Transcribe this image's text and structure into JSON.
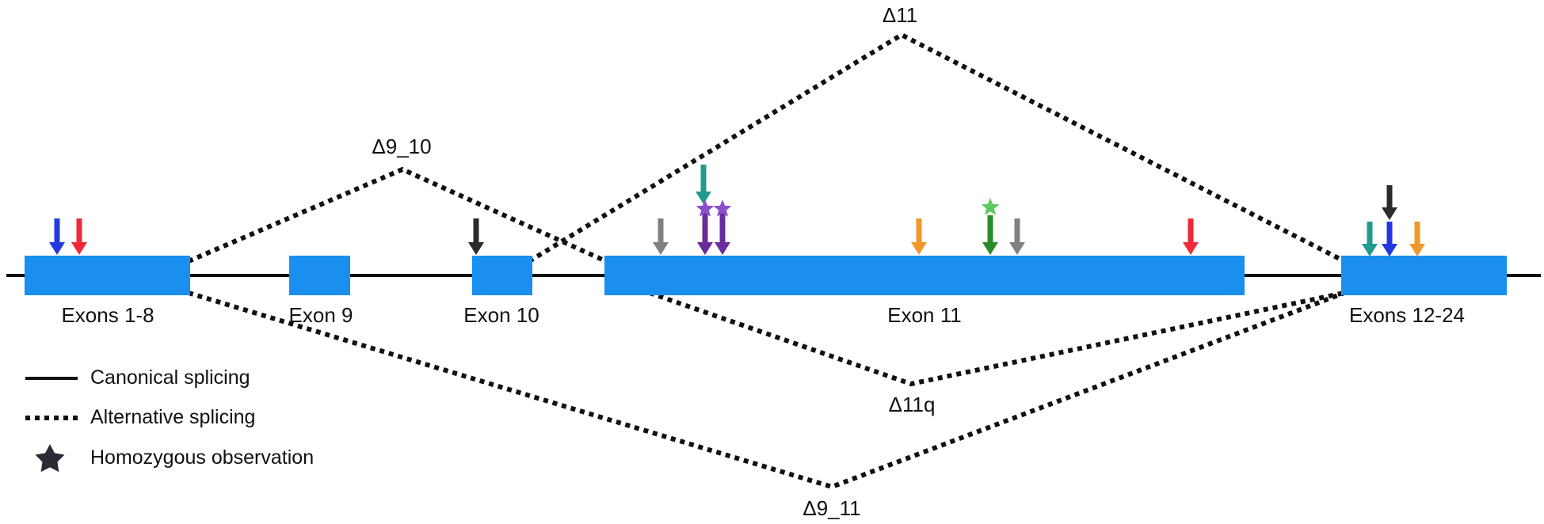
{
  "exons": [
    {
      "label": "Exons 1-8"
    },
    {
      "label": "Exon 9"
    },
    {
      "label": "Exon 10"
    },
    {
      "label": "Exon 11"
    },
    {
      "label": "Exons 12-24"
    }
  ],
  "splice_labels": {
    "d11": "Δ11",
    "d9_10": "Δ9_10",
    "d11q": "Δ11q",
    "d9_11": "Δ9_11"
  },
  "legend": {
    "canonical": "Canonical splicing",
    "alternative": "Alternative splicing",
    "homozygous": "Homozygous observation"
  },
  "colors": {
    "exon": "#1a8fef",
    "line": "#111111",
    "arrow_blue": "#2238e0",
    "arrow_red": "#ef2a38",
    "arrow_black": "#2b2b2b",
    "arrow_gray": "#808080",
    "arrow_teal": "#1f9a8d",
    "arrow_purple": "#6a2c9a",
    "arrow_purple_star": "#8a4fcc",
    "arrow_orange": "#f2982a",
    "arrow_green": "#2a8a2a",
    "arrow_green_star": "#5ec95e"
  },
  "variants": [
    {
      "exon": "Exons 1-8",
      "color": "arrow_blue",
      "homozygous": false
    },
    {
      "exon": "Exons 1-8",
      "color": "arrow_red",
      "homozygous": false
    },
    {
      "exon": "Exon 10",
      "color": "arrow_black",
      "homozygous": false
    },
    {
      "exon": "Exon 11",
      "color": "arrow_gray",
      "homozygous": false
    },
    {
      "exon": "Exon 11",
      "color": "arrow_teal",
      "homozygous": false
    },
    {
      "exon": "Exon 11",
      "color": "arrow_purple",
      "homozygous": true
    },
    {
      "exon": "Exon 11",
      "color": "arrow_purple",
      "homozygous": true
    },
    {
      "exon": "Exon 11",
      "color": "arrow_orange",
      "homozygous": false
    },
    {
      "exon": "Exon 11",
      "color": "arrow_green",
      "homozygous": true
    },
    {
      "exon": "Exon 11",
      "color": "arrow_gray",
      "homozygous": false
    },
    {
      "exon": "Exon 11",
      "color": "arrow_red",
      "homozygous": false
    },
    {
      "exon": "Exons 12-24",
      "color": "arrow_teal",
      "homozygous": false
    },
    {
      "exon": "Exons 12-24",
      "color": "arrow_black",
      "homozygous": false
    },
    {
      "exon": "Exons 12-24",
      "color": "arrow_blue",
      "homozygous": false
    },
    {
      "exon": "Exons 12-24",
      "color": "arrow_orange",
      "homozygous": false
    }
  ]
}
